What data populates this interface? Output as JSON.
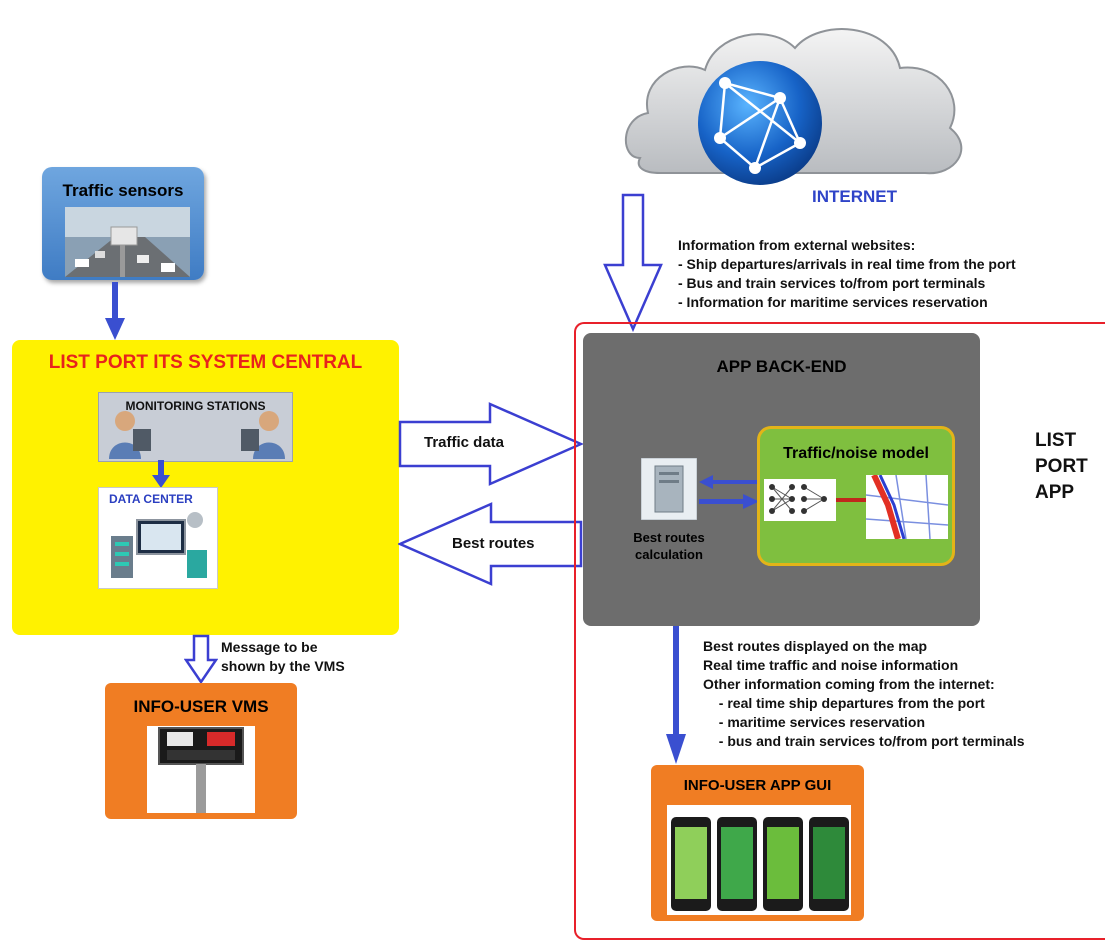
{
  "internet": {
    "label": "INTERNET"
  },
  "sensors": {
    "title": "Traffic sensors"
  },
  "central": {
    "title": "LIST PORT ITS SYSTEM CENTRAL",
    "monitoring": "MONITORING STATIONS",
    "datacenter": "DATA CENTER"
  },
  "vms": {
    "title": "INFO-USER VMS",
    "message": [
      "Message to be",
      "shown by the VMS"
    ]
  },
  "flows": {
    "traffic_data": "Traffic data",
    "best_routes": "Best routes"
  },
  "external_info": [
    "Information from external websites:",
    "- Ship departures/arrivals in real time from the port",
    "- Bus and train services to/from port terminals",
    "- Information for maritime services reservation"
  ],
  "backend": {
    "title": "APP BACK-END",
    "calc": [
      "Best routes",
      "calculation"
    ],
    "model": "Traffic/noise model"
  },
  "app_label": [
    "LIST",
    "PORT",
    "APP"
  ],
  "gui_info": [
    "Best routes displayed on the map",
    "Real time traffic and noise information",
    "Other information coming from the internet:",
    "  - real time ship departures from the port",
    "  - maritime services reservation",
    "  - bus and train services to/from port terminals"
  ],
  "gui": {
    "title": "INFO-USER APP GUI"
  },
  "colors": {
    "arrow_outline": "#3b3fd1",
    "arrow_fill": "#3a4fd0",
    "central_fill": "#fff200",
    "central_title": "#e8231c",
    "orange": "#f07d23",
    "backend_fill": "#6d6d6d",
    "model_fill": "#7fbf3f",
    "frame_red": "#e8202a",
    "internet_text": "#2f44c8"
  }
}
